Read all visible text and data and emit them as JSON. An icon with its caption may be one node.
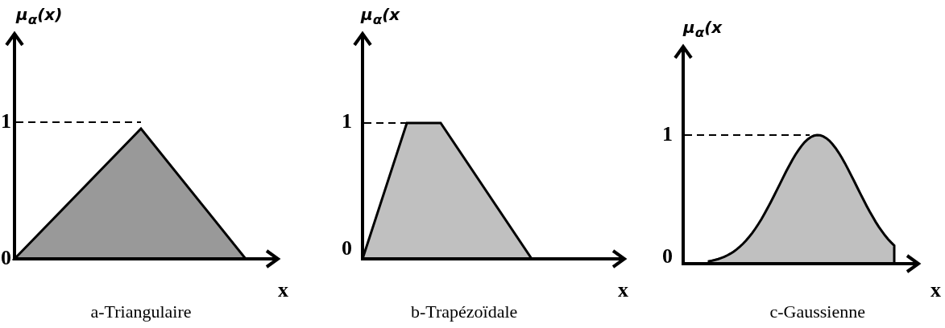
{
  "diagram": {
    "labels": [
      "μ$_{α}$(x)",
      "1",
      "0",
      "x",
      "a-Triangulaire",
      "μ$_{α}$(x",
      "1",
      "0",
      "x",
      "b-Trapézoïdale",
      "μ$_{α}$(x",
      "1",
      "0",
      "x",
      "c-Gaussienne"
    ]
  }
}
